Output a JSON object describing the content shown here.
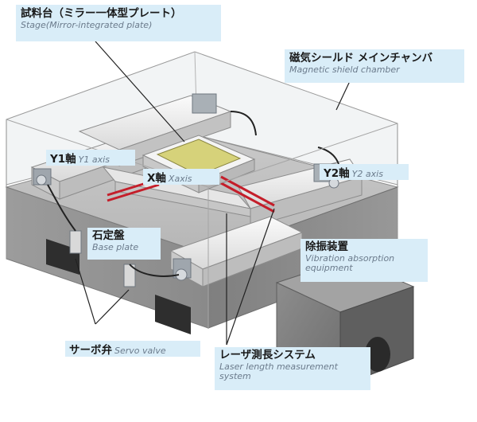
{
  "labels": {
    "stage": {
      "jp": "試料台（ミラー一体型プレート）",
      "en": "Stage(Mirror-integrated plate)"
    },
    "shield": {
      "jp": "磁気シールド メインチャンバ",
      "en": "Magnetic shield chamber"
    },
    "y1": {
      "jp": "Y1軸",
      "en": "Y1 axis"
    },
    "x": {
      "jp": "X軸",
      "en": "Xaxis"
    },
    "y2": {
      "jp": "Y2軸",
      "en": "Y2 axis"
    },
    "base": {
      "jp": "石定盤",
      "en": "Base plate"
    },
    "vibration": {
      "jp": "除振装置",
      "en": "Vibration absorption equipment"
    },
    "servo": {
      "jp": "サーボ弁",
      "en": "Servo valve"
    },
    "laser": {
      "jp": "レーザ測長システム",
      "en": "Laser length measurement system"
    }
  },
  "colors": {
    "label_bg": "#d9edf8",
    "chamber_edge": "#9a9a9a",
    "base_stone": "#a7a7a7",
    "stage_plate": "#d6d27a",
    "laser_beam": "#c41e2a"
  }
}
